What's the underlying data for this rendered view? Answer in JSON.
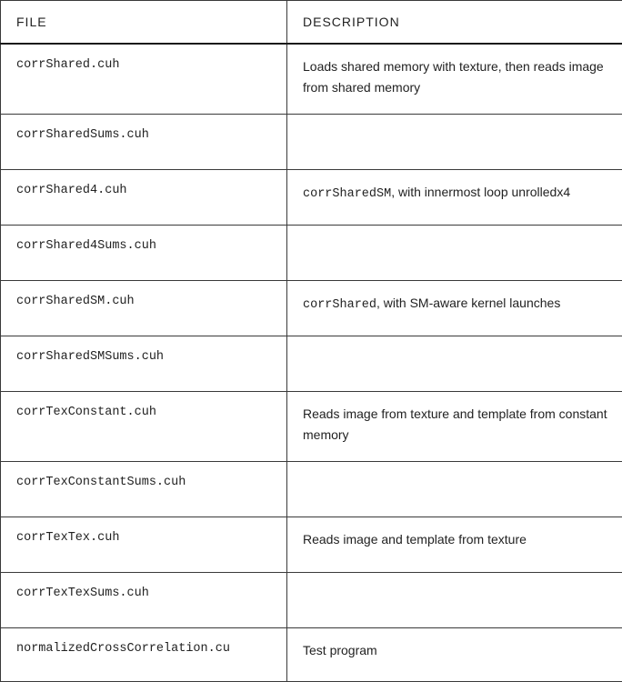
{
  "table": {
    "headers": {
      "file": "FILE",
      "description": "DESCRIPTION"
    },
    "rows": [
      {
        "file": "corrShared.cuh",
        "desc_code": "",
        "desc_text": "Loads shared memory with texture, then reads image from shared memory"
      },
      {
        "file": "corrSharedSums.cuh",
        "desc_code": "",
        "desc_text": ""
      },
      {
        "file": "corrShared4.cuh",
        "desc_code": "corrSharedSM",
        "desc_text": ", with innermost loop unrolledx4"
      },
      {
        "file": "corrShared4Sums.cuh",
        "desc_code": "",
        "desc_text": ""
      },
      {
        "file": "corrSharedSM.cuh",
        "desc_code": "corrShared",
        "desc_text": ", with SM-aware kernel launches"
      },
      {
        "file": "corrSharedSMSums.cuh",
        "desc_code": "",
        "desc_text": ""
      },
      {
        "file": "corrTexConstant.cuh",
        "desc_code": "",
        "desc_text": "Reads image from texture and template from constant memory"
      },
      {
        "file": "corrTexConstantSums.cuh",
        "desc_code": "",
        "desc_text": ""
      },
      {
        "file": "corrTexTex.cuh",
        "desc_code": "",
        "desc_text": "Reads image and template from texture"
      },
      {
        "file": "corrTexTexSums.cuh",
        "desc_code": "",
        "desc_text": ""
      },
      {
        "file": "normalizedCrossCorrelation.cu",
        "desc_code": "",
        "desc_text": "Test program"
      }
    ]
  }
}
